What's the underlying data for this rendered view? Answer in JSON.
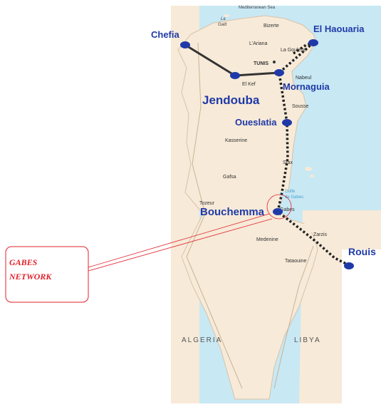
{
  "map": {
    "top_sea_label": "Mediterranean Sea",
    "gulf_label_line1": "Golfe",
    "gulf_label_line2": "de Gabes"
  },
  "places": {
    "la_galit_line1": "La",
    "la_galit_line2": "Galit",
    "bizerte": "Bizerte",
    "ariana": "L'Ariana",
    "la_goulette": "La Goulette",
    "tunis": "TUNIS",
    "nabeul": "Nabeul",
    "el_kef": "El Kef",
    "sousse": "Sousse",
    "kasserine": "Kasserine",
    "sfax": "Sfax",
    "gafsa": "Gafsa",
    "tozeur": "Tozeur",
    "gabes": "Gabes",
    "zarzis": "Zarzis",
    "medenine": "Medenine",
    "tataouine": "Tataouine"
  },
  "countries": {
    "algeria": "ALGERIA",
    "libya": "LIBYA"
  },
  "nodes": {
    "chefia": "Chefia",
    "el_haouaria": "El Haouaria",
    "jendouba": "Jendouba",
    "mornaguia": "Mornaguia",
    "oueslatia": "Oueslatia",
    "bouchemma": "Bouchemma",
    "rouis": "Rouis"
  },
  "callout": {
    "line1": "GABES",
    "line2": "NETWORK"
  },
  "colors": {
    "land": "#f7ead8",
    "sea": "#c8e8f4",
    "node": "#1f3aa8",
    "solid_line": "#333333",
    "dotted_line": "#222222",
    "callout": "#e0202a"
  }
}
